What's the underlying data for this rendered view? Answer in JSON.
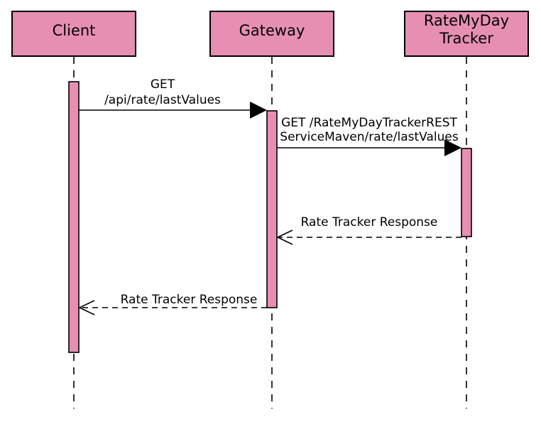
{
  "colors": {
    "box_fill": "#e78fb3",
    "line": "#000000",
    "background": "#ffffff"
  },
  "participants": [
    {
      "id": "client",
      "label_lines": [
        "Client"
      ]
    },
    {
      "id": "gateway",
      "label_lines": [
        "Gateway"
      ]
    },
    {
      "id": "tracker",
      "label_lines": [
        "RateMyDay",
        "Tracker"
      ]
    }
  ],
  "messages": [
    {
      "from": "client",
      "to": "gateway",
      "kind": "sync",
      "label_lines": [
        "GET",
        "/api/rate/lastValues"
      ]
    },
    {
      "from": "gateway",
      "to": "tracker",
      "kind": "sync",
      "label_lines": [
        "GET /RateMyDayTrackerREST",
        "ServiceMaven/rate/lastValues"
      ]
    },
    {
      "from": "tracker",
      "to": "gateway",
      "kind": "return",
      "label_lines": [
        "Rate Tracker Response"
      ]
    },
    {
      "from": "gateway",
      "to": "client",
      "kind": "return",
      "label_lines": [
        "Rate Tracker Response"
      ]
    }
  ]
}
